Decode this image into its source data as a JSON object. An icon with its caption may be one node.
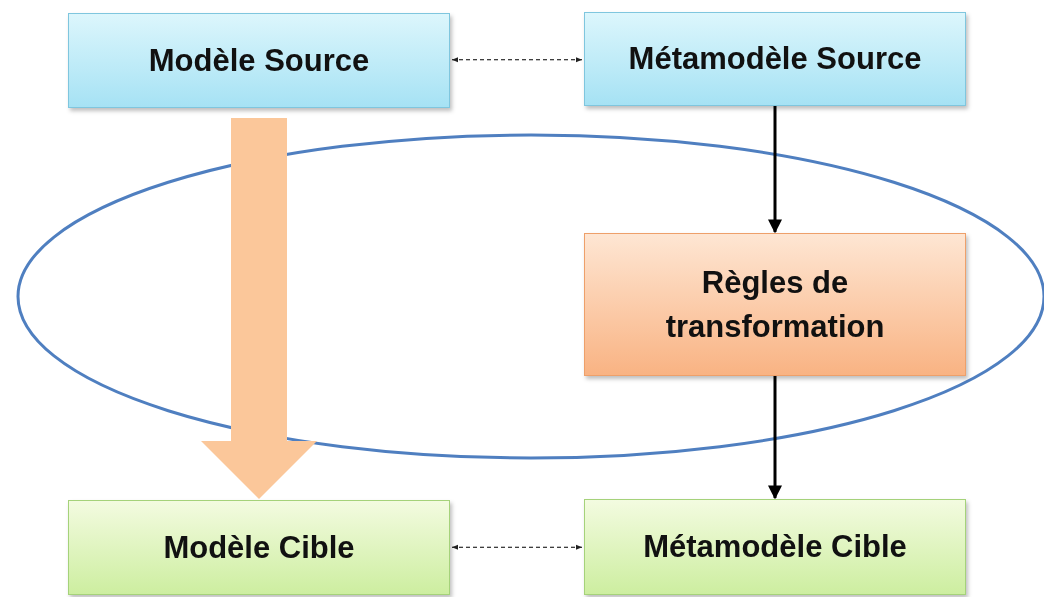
{
  "diagram": {
    "nodes": [
      {
        "text": [
          "Modèle Source"
        ]
      },
      {
        "text": [
          "Métamodèle Source"
        ]
      },
      {
        "text": [],
        "shape": "ellipse"
      },
      {
        "text": [
          "Règles de transformation"
        ],
        "in": 2
      },
      {
        "text": [
          "Modèle Cible"
        ]
      },
      {
        "text": [
          "Métamodèle Cible"
        ]
      }
    ],
    "edges": [
      {
        "from": 0,
        "to": 1,
        "arrow": "both",
        "style": "dashed"
      },
      {
        "from": 1,
        "to": 3,
        "arrow": "to"
      },
      {
        "from": 3,
        "to": 5,
        "arrow": "to"
      },
      {
        "from": 0,
        "to": 4,
        "arrow": "to",
        "style": "thick",
        "color": "#fbc79a"
      },
      {
        "from": 4,
        "to": 5,
        "arrow": "both",
        "style": "dashed"
      }
    ]
  }
}
